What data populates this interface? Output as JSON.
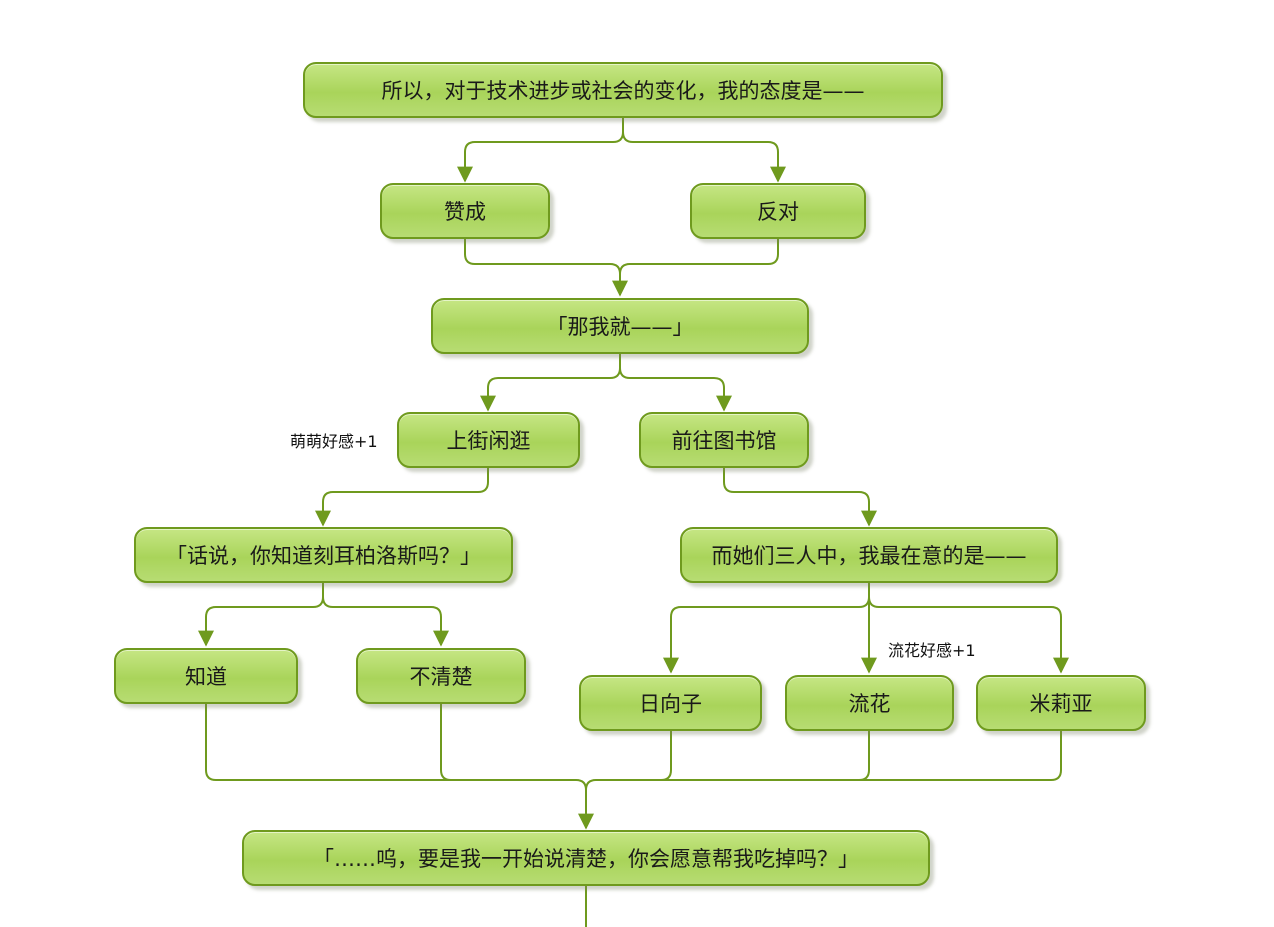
{
  "nodes": {
    "attitude_question": "所以，对于技术进步或社会的变化，我的态度是——",
    "agree": "赞成",
    "oppose": "反对",
    "then_i": "「那我就——」",
    "stroll": "上街闲逛",
    "library": "前往图书馆",
    "kepler_question": "「话说，你知道刻耳柏洛斯吗？」",
    "care_question": "而她们三人中，我最在意的是——",
    "know": "知道",
    "not_sure": "不清楚",
    "hinatako": "日向子",
    "ryuka": "流花",
    "milia": "米莉亚",
    "final": "「……呜，要是我一开始说清楚，你会愿意帮我吃掉吗？」"
  },
  "notes": {
    "moemoe": "萌萌好感+1",
    "ryuka": "流花好感+1"
  },
  "colors": {
    "line": "#6f9a1e",
    "node_fill": "#b3da6c",
    "node_border": "#6f9a1e"
  }
}
